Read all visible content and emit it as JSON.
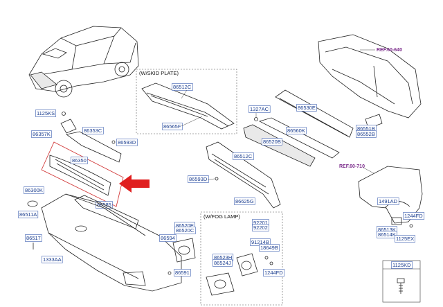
{
  "boxes": {
    "skid_plate": "(W/SKID PLATE)",
    "fog_lamp": "(W/FOG LAMP)"
  },
  "refs": [
    "REF.60-640",
    "REF.60-710"
  ],
  "labels": {
    "l_86512C_a": "86512C",
    "l_86565F": "86565F",
    "l_1125KS": "1125KS",
    "l_86357K": "86357K",
    "l_86353C": "86353C",
    "l_86593D_a": "86593D",
    "l_86350": "86350",
    "l_86300K": "86300K",
    "l_86585": "86585",
    "l_86511A": "86511A",
    "l_86517": "86517",
    "l_1333AA": "1333AA",
    "l_86594": "86594",
    "l_86591": "86591",
    "l_86520E": "86520E",
    "l_86520C": "86520C",
    "l_1327AC": "1327AC",
    "l_86530E": "86530E",
    "l_86560K": "86560K",
    "l_86520B": "86520B",
    "l_86512C_b": "86512C",
    "l_86593D_b": "86593D",
    "l_86625G": "86625G",
    "l_86551B": "86551B",
    "l_86552B": "86552B",
    "l_92201": "92201",
    "l_92202": "92202",
    "l_91214B": "91214B",
    "l_18649B": "18649B",
    "l_86523H": "86523H",
    "l_86524J": "86524J",
    "l_1244FD_a": "1244FD",
    "l_1491AD": "1491AD",
    "l_1244FD_b": "1244FD",
    "l_86513K": "86513K",
    "l_86514K": "86514K",
    "l_1125EX": "1125EX",
    "l_1125KD": "1125KD"
  },
  "colors": {
    "label_text": "#1a3d8f",
    "ref_text": "#7a2a8a",
    "highlight_frame": "#d23b3b",
    "arrow": "#e01f1f"
  }
}
